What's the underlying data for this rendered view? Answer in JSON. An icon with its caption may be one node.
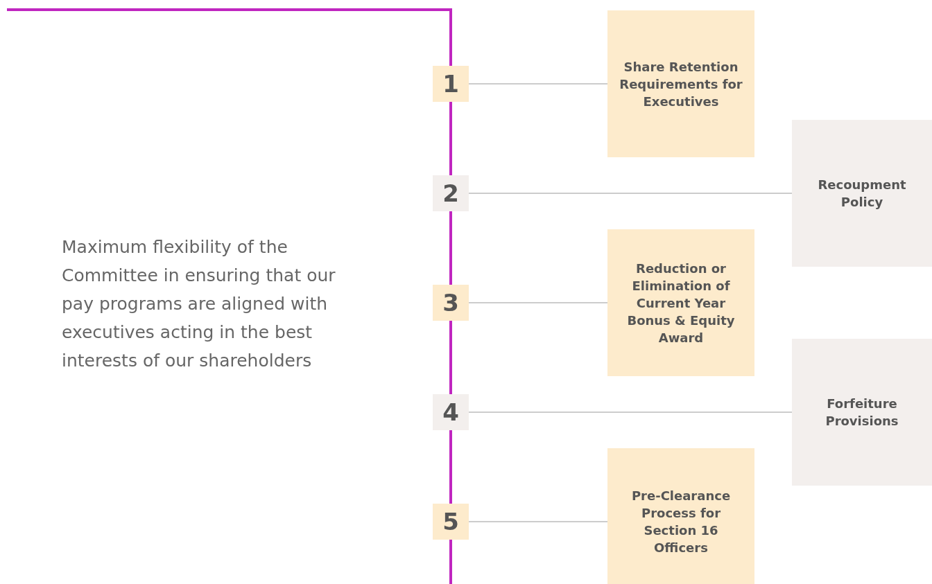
{
  "diagram": {
    "nodes": [
      {
        "text": [
          "1"
        ]
      },
      {
        "text": [
          "Share Retention Requirements for Executives"
        ]
      },
      {
        "text": [
          "2"
        ]
      },
      {
        "text": [
          "Recoupment Policy"
        ]
      },
      {
        "text": [
          "3"
        ]
      },
      {
        "text": [
          "Reduction or Elimination of Current Year Bonus & Equity Award"
        ]
      },
      {
        "text": [
          "4"
        ]
      },
      {
        "text": [
          "Forfeiture Provisions"
        ]
      },
      {
        "text": [
          "5"
        ]
      },
      {
        "text": [
          "Pre-Clearance Process for Section 16 Officers"
        ]
      }
    ],
    "edges": [
      {
        "from": 0,
        "to": 1,
        "arrow": "none"
      },
      {
        "from": 2,
        "to": 3,
        "arrow": "none"
      },
      {
        "from": 4,
        "to": 5,
        "arrow": "none"
      },
      {
        "from": 6,
        "to": 7,
        "arrow": "none"
      },
      {
        "from": 8,
        "to": 9,
        "arrow": "none"
      }
    ],
    "labels": [
      "Maximum flexibility of the Committee in ensuring that our pay programs are aligned with executives acting in the best interests of our shareholders"
    ]
  }
}
